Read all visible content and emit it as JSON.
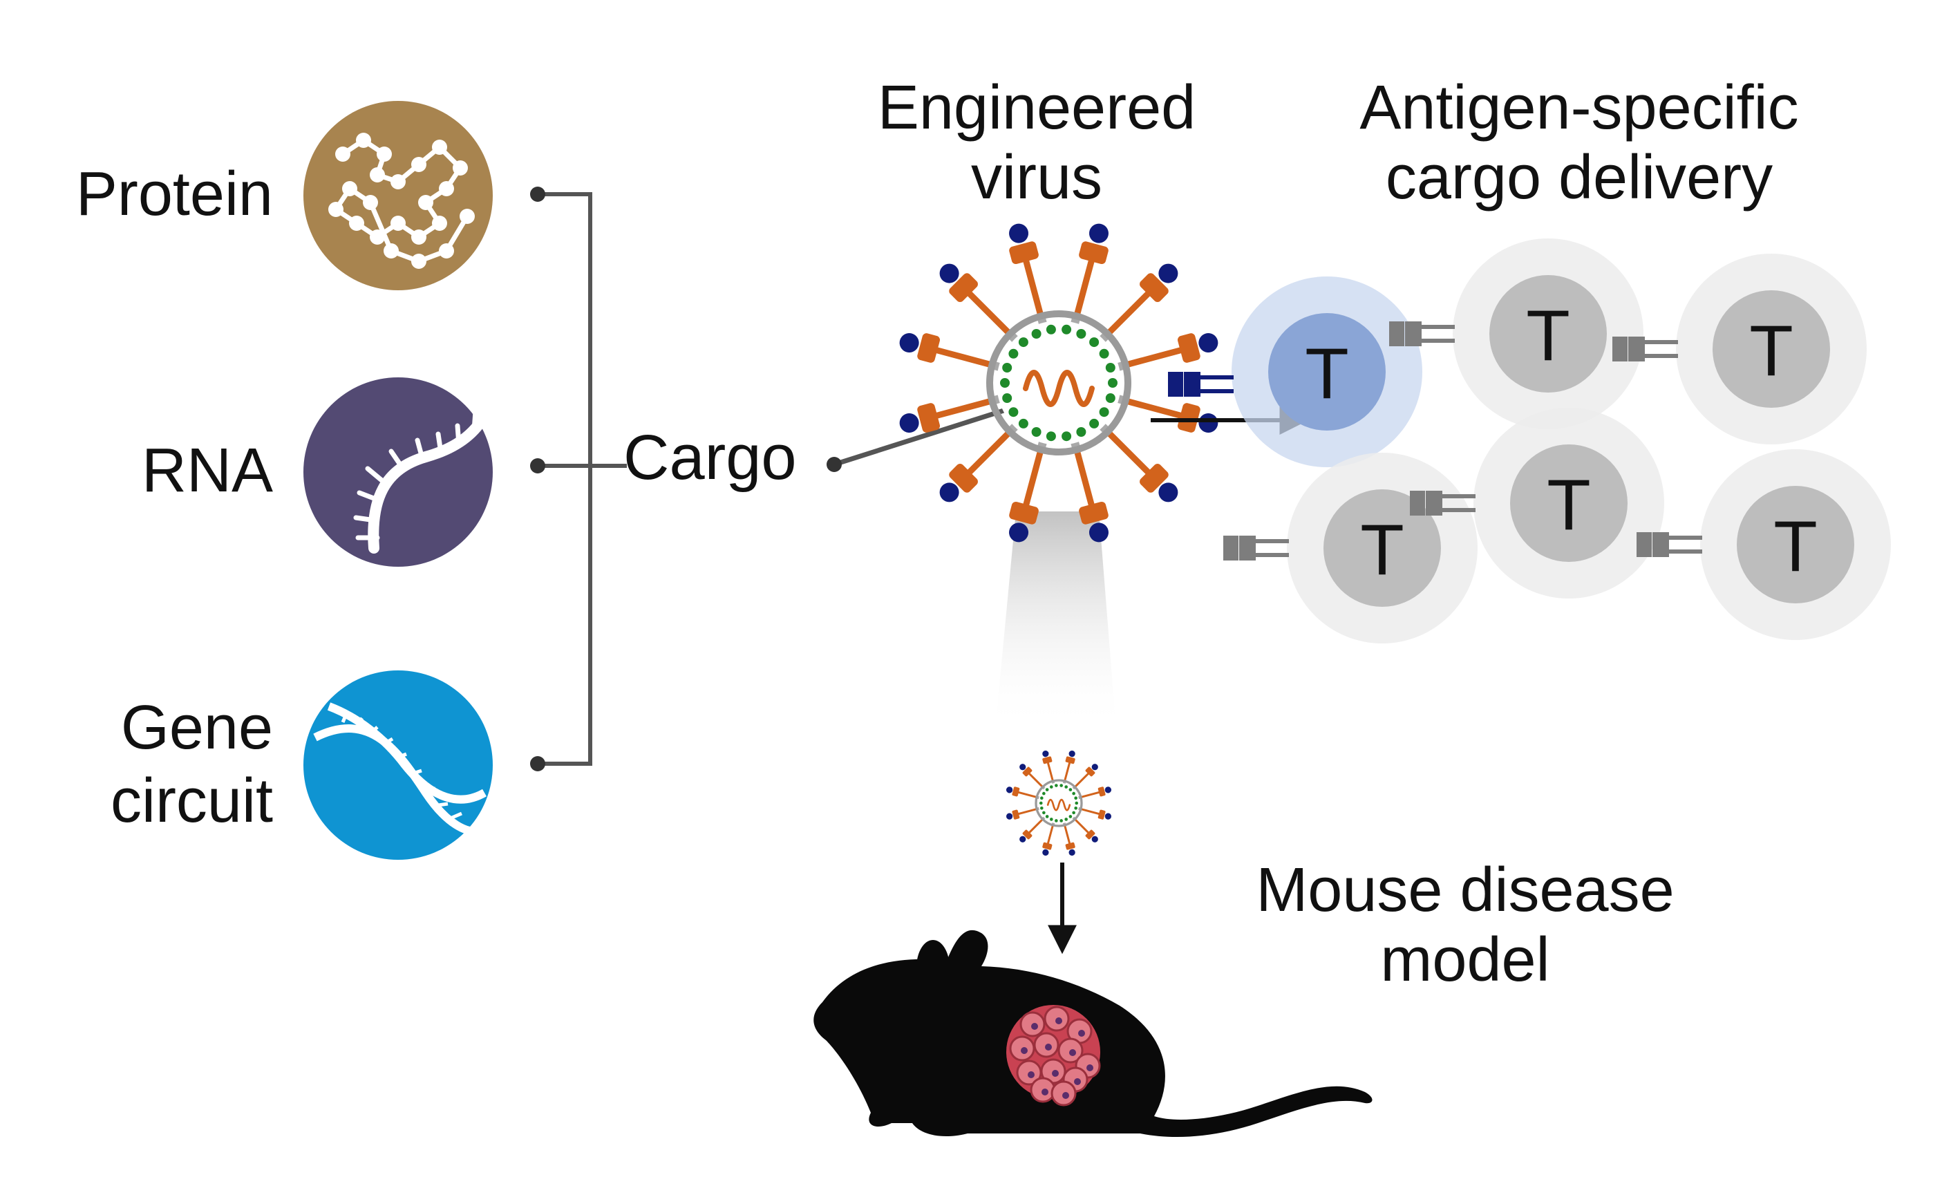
{
  "cargo_types": [
    {
      "label": "Protein",
      "icon": "protein-chain-icon",
      "color": "#a8844f"
    },
    {
      "label": "RNA",
      "icon": "rna-strand-icon",
      "color": "#534a73"
    },
    {
      "label": "Gene\ncircuit",
      "icon": "dna-helix-icon",
      "color": "#0f94d2"
    }
  ],
  "cargo_label": "Cargo",
  "virus_label": "Engineered\nvirus",
  "delivery_label": "Antigen-specific\ncargo delivery",
  "mouse_label": "Mouse disease\nmodel",
  "t_cell_letter": "T",
  "colors": {
    "spike": "#d2631c",
    "receptor_blue": "#101c7a",
    "receptor_gray": "#7d7d7d",
    "capsid_dots": "#1f8a2a",
    "target_cell": "#8aa5d6",
    "target_halo": "#c8d7ef",
    "other_cell": "#bdbdbd",
    "other_halo": "#ececec",
    "tumor": "#d3505f"
  }
}
